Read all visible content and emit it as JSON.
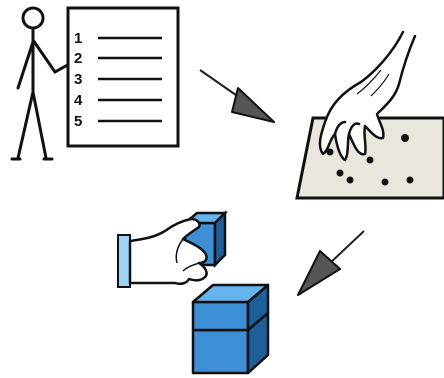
{
  "instruction_sheet": {
    "steps": [
      "1",
      "2",
      "3",
      "4",
      "5"
    ]
  },
  "colors": {
    "ink": "#111111",
    "board": "#e9e6dd",
    "cube_blue": "#3d8fd6",
    "cube_light": "#66b3ee",
    "cube_dark": "#1f5f99",
    "arrow_gray": "#555555"
  },
  "icons": {
    "presenter": "stick-figure-presenter-icon",
    "hand_on_board": "hand-placing-pegs-icon",
    "hand_with_block": "hand-holding-block-icon",
    "stacked_cubes": "stacked-cubes-icon"
  }
}
